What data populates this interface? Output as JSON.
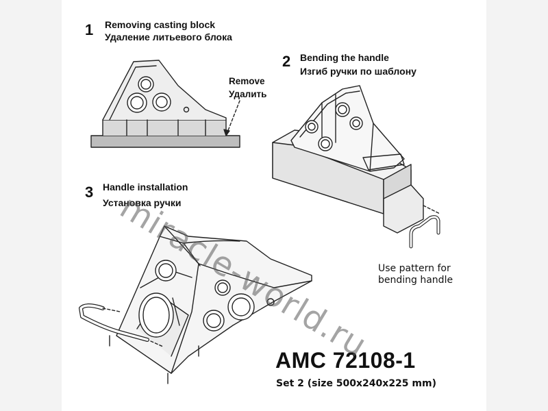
{
  "steps": [
    {
      "number": "1",
      "title_en": "Removing casting block",
      "title_ru": "Удаление литьевого блока"
    },
    {
      "number": "2",
      "title_en": "Bending the handle",
      "title_ru": "Изгиб ручки по шаблону"
    },
    {
      "number": "3",
      "title_en": "Handle installation",
      "title_ru": "Установка ручки"
    }
  ],
  "callouts": {
    "remove_en": "Remove",
    "remove_ru": "Удалить",
    "pattern_line1": "Use pattern for",
    "pattern_line2": "bending handle"
  },
  "product": {
    "code": "AMC 72108-1",
    "set": "Set 2 (size 500x240x225 mm)"
  },
  "watermark": "miracle-world.ru"
}
